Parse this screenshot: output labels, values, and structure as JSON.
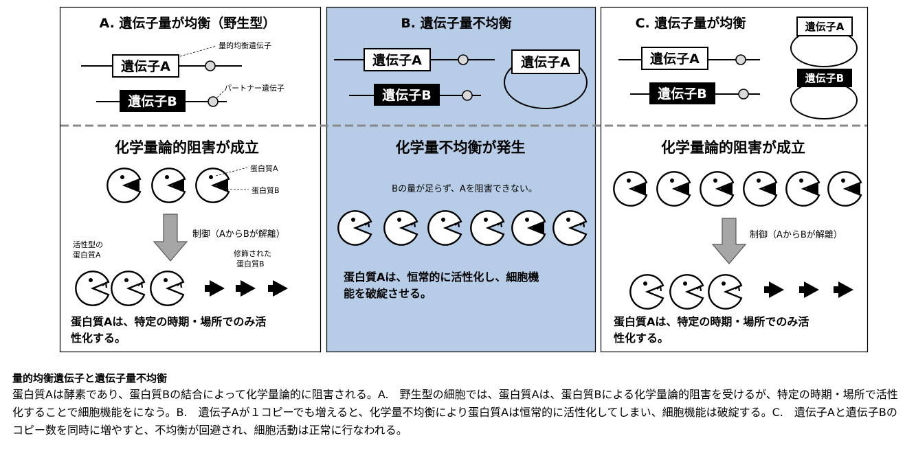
{
  "panels": {
    "a": {
      "title": "A. 遺伝子量が均衡（野生型）",
      "gene_a": "遺伝子A",
      "gene_b": "遺伝子B",
      "callout_dosage": "量的均衡遺伝子",
      "callout_partner": "パートナー遺伝子",
      "section_title": "化学量論的阻害が成立",
      "label_protein_a": "蛋白質A",
      "label_protein_b": "蛋白質B",
      "control_label": "制御（AからBが解離）",
      "active_label": [
        "活性型の",
        "蛋白質A"
      ],
      "modified_label": [
        "修飾された",
        "蛋白質B"
      ],
      "description": [
        "蛋白質Aは、特定の時期・場所でのみ活",
        "性化する。"
      ]
    },
    "b": {
      "title": "B. 遺伝子量不均衡",
      "gene_a": "遺伝子A",
      "gene_b": "遺伝子B",
      "gene_a_extra": "遺伝子A",
      "section_title": "化学量不均衡が発生",
      "note": "Bの量が足らず、Aを阻害できない。",
      "description": [
        "蛋白質Aは、恒常的に活性化し、細胞機",
        "能を破綻させる。"
      ]
    },
    "c": {
      "title": "C. 遺伝子量が均衡",
      "gene_a": "遺伝子A",
      "gene_b": "遺伝子B",
      "gene_a_extra": "遺伝子A",
      "gene_b_extra": "遺伝子B",
      "section_title": "化学量論的阻害が成立",
      "control_label": "制御（AからBが解離）",
      "description": [
        "蛋白質Aは、特定の時期・場所でのみ活",
        "性化する。"
      ]
    }
  },
  "caption": {
    "title": "量的均衡遺伝子と遺伝子量不均衡",
    "body": "蛋白質Aは酵素であり、蛋白質Bの結合によって化学量論的に阻害される。A.　野生型の細胞では、蛋白質Aは、蛋白質Bによる化学量論的阻害を受けるが、特定の時期・場所で活性化することで細胞機能をになう。B.　遺伝子Aが１コピーでも増えると、化学量不均衡により蛋白質Aは恒常的に活性化してしまい、細胞機能は破綻する。C.　遺伝子Aと遺伝子Bのコピー数を同時に増やすと、不均衡が回避され、細胞活動は正常に行なわれる。"
  },
  "colors": {
    "panel_b_background": "#b7cde7",
    "divider": "#888888",
    "arrow_fill": "#a6a6a6",
    "gene_b_fill": "#000000",
    "site_fill": "#d9d9d9"
  }
}
